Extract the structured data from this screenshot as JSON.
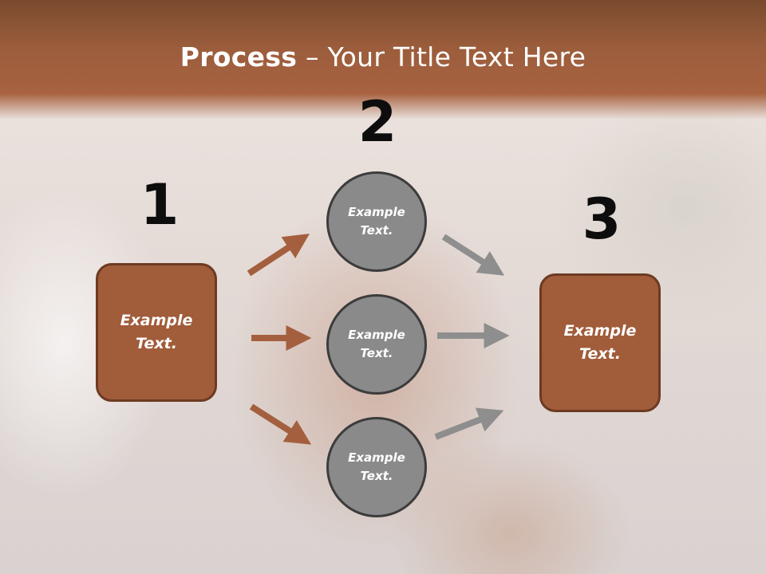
{
  "slide": {
    "title_bold": "Process",
    "title_rest": " – Your Title Text Here"
  },
  "steps": {
    "step1_number": "1",
    "step2_number": "2",
    "step3_number": "3"
  },
  "boxes": {
    "left_text": "Example Text.",
    "right_text": "Example Text."
  },
  "circles": [
    {
      "text": "Example Text."
    },
    {
      "text": "Example Text."
    },
    {
      "text": "Example Text."
    }
  ],
  "colors": {
    "header": "#a86240",
    "box_fill": "#a15c3a",
    "box_border": "#6d3a22",
    "arrow_brown": "#a4603e",
    "arrow_gray": "#8e8e8e",
    "circle_fill": "#8a8a8a",
    "circle_border": "#3c3c3c"
  }
}
